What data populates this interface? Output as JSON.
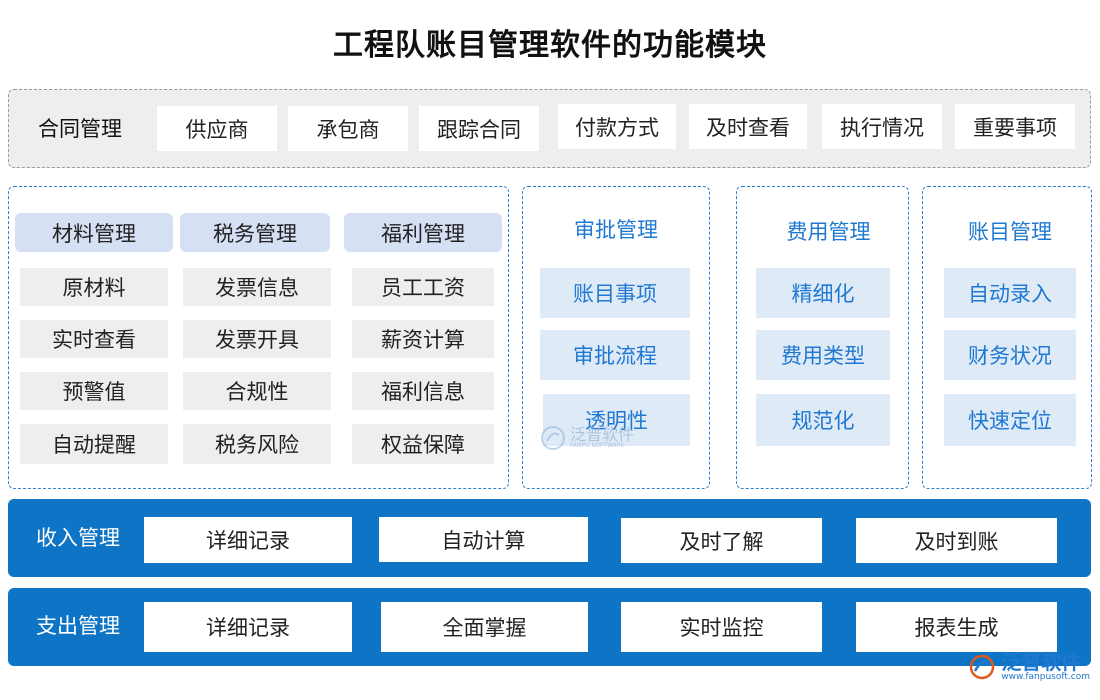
{
  "title": "工程队账目管理软件的功能模块",
  "contract": {
    "label": "合同管理",
    "items": [
      "供应商",
      "承包商",
      "跟踪合同",
      "付款方式",
      "及时查看",
      "执行情况",
      "重要事项"
    ]
  },
  "left_panel": {
    "columns": [
      {
        "header": "材料管理",
        "items": [
          "原材料",
          "实时查看",
          "预警值",
          "自动提醒"
        ]
      },
      {
        "header": "税务管理",
        "items": [
          "发票信息",
          "发票开具",
          "合规性",
          "税务风险"
        ]
      },
      {
        "header": "福利管理",
        "items": [
          "员工工资",
          "薪资计算",
          "福利信息",
          "权益保障"
        ]
      }
    ]
  },
  "approval": {
    "title": "审批管理",
    "items": [
      "账目事项",
      "审批流程",
      "透明性"
    ]
  },
  "expense": {
    "title": "费用管理",
    "items": [
      "精细化",
      "费用类型",
      "规范化"
    ]
  },
  "account": {
    "title": "账目管理",
    "items": [
      "自动录入",
      "财务状况",
      "快速定位"
    ]
  },
  "income": {
    "label": "收入管理",
    "items": [
      "详细记录",
      "自动计算",
      "及时了解",
      "及时到账"
    ]
  },
  "expenditure": {
    "label": "支出管理",
    "items": [
      "详细记录",
      "全面掌握",
      "实时监控",
      "报表生成"
    ]
  },
  "watermark": {
    "name": "泛普软件",
    "sub": "FANPU SOFTWARE"
  },
  "logo": {
    "name": "泛普软件",
    "url": "www.fanpusoft.com"
  }
}
